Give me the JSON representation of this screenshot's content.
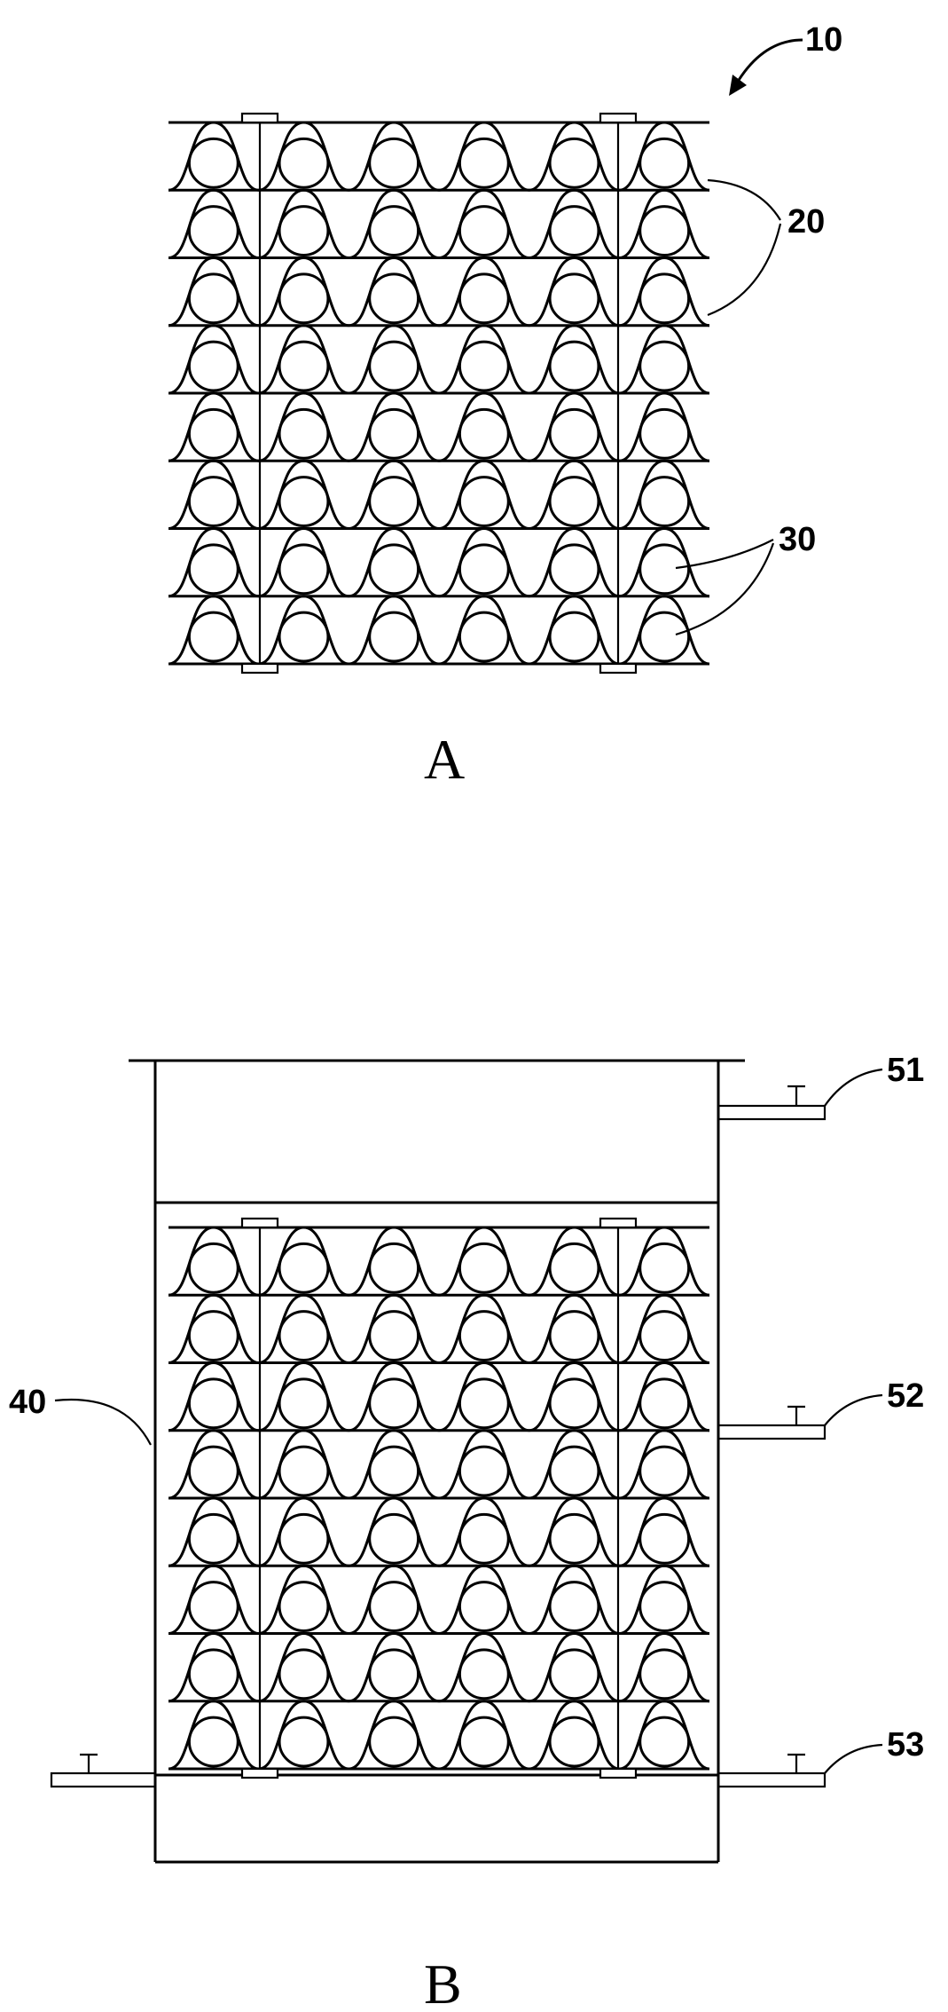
{
  "figure_a": {
    "caption": "A",
    "labels": {
      "assembly": "10",
      "layers": "20",
      "tubes": "30"
    },
    "rows": 8,
    "columns": 6
  },
  "figure_b": {
    "caption": "B",
    "labels": {
      "vessel": "40",
      "port_top": "51",
      "port_middle": "52",
      "port_bottom": "53"
    },
    "rows": 8,
    "columns": 6
  }
}
